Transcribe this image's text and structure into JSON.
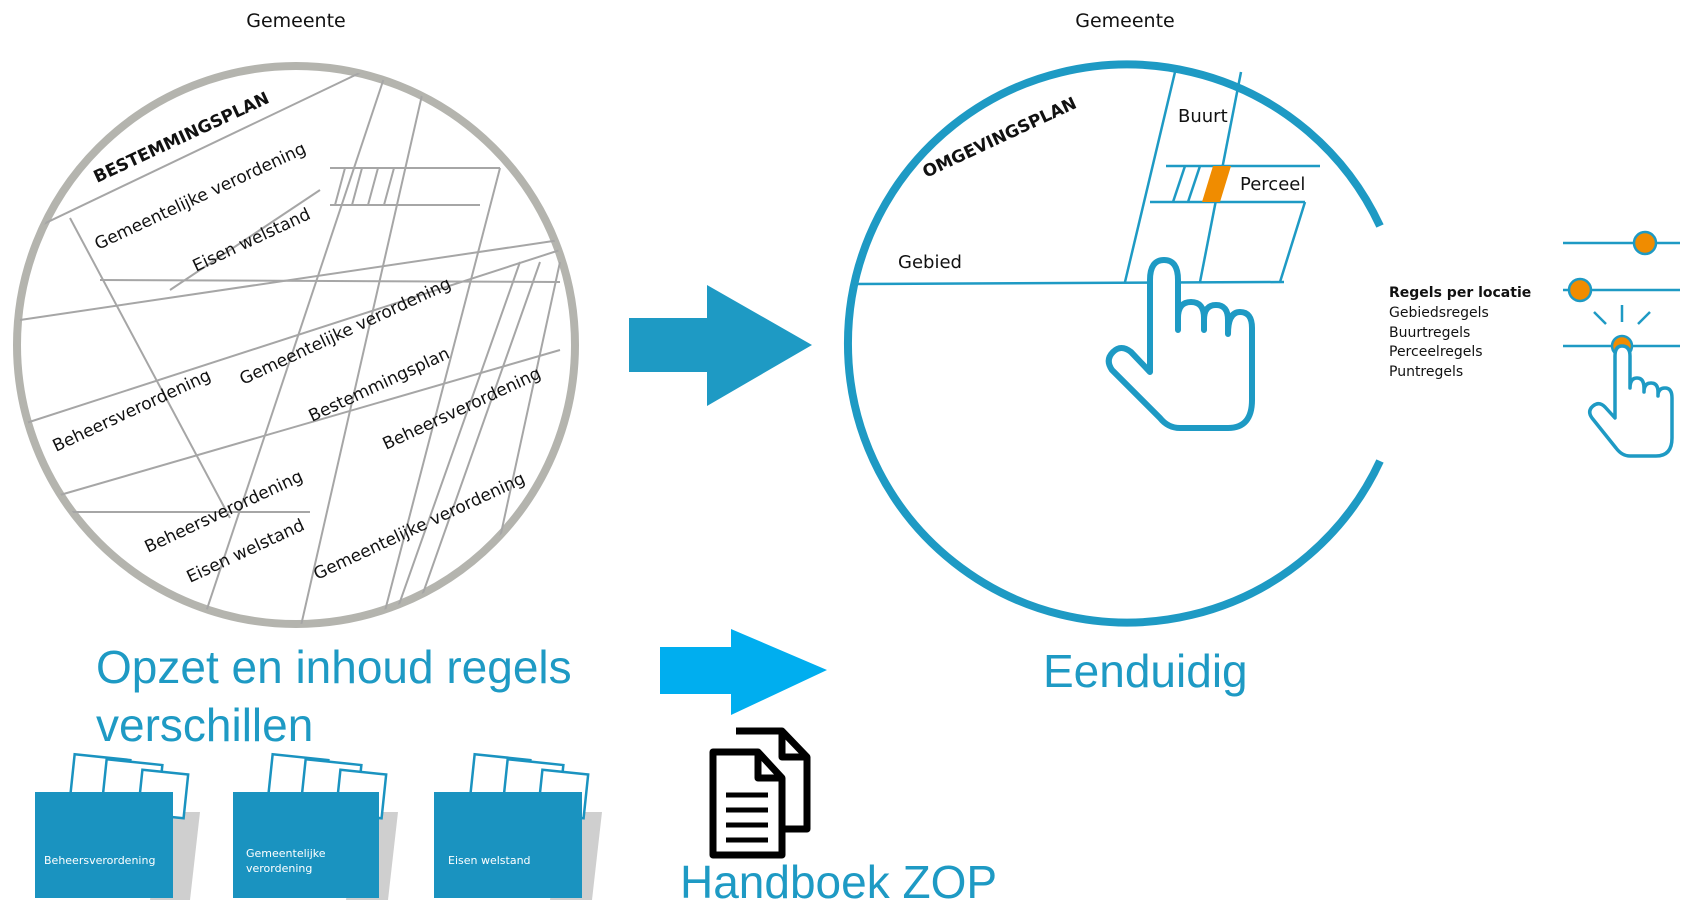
{
  "left_panel": {
    "heading": "Gemeente",
    "plan_title": "BESTEMMINGSPLAN",
    "labels": [
      "Gemeentelijke verordening",
      "Eisen welstand",
      "Gemeentelijke verordening",
      "Beheersverordening",
      "Bestemmingsplan",
      "Beheersverordening",
      "Beheersverordening",
      "Eisen welstand",
      "Gemeentelijke verordening"
    ],
    "caption_line1": "Opzet en inhoud regels",
    "caption_line2": "verschillen",
    "folders": [
      "Beheersverordening",
      "Gemeentelijke verordening",
      "Eisen welstand"
    ]
  },
  "middle": {
    "document_caption": "Handboek ZOP"
  },
  "right_panel": {
    "heading": "Gemeente",
    "plan_title": "OMGEVINGSPLAN",
    "area_labels": {
      "buurt": "Buurt",
      "perceel": "Perceel",
      "gebied": "Gebied"
    },
    "caption": "Eenduidig",
    "legend_title": "Regels per locatie",
    "legend_items": [
      "Gebiedsregels",
      "Buurtregels",
      "Perceelregels",
      "Puntregels"
    ]
  },
  "colors": {
    "accent_blue": "#1e9ac4",
    "light_blue": "#00aeef",
    "orange": "#f08c00",
    "grey_circle": "#b4b4ae",
    "folder_blue": "#1a93c0"
  },
  "icons": [
    "arrow-right-icon",
    "documents-icon",
    "pointing-hand-icon",
    "folder-icon"
  ]
}
